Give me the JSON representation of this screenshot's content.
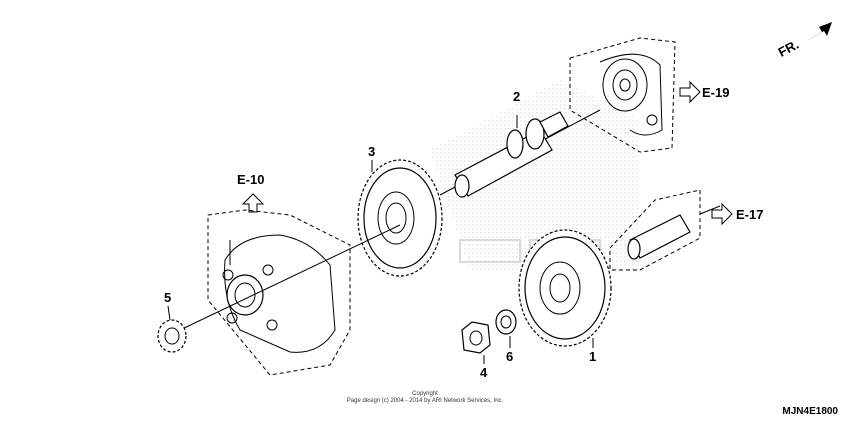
{
  "diagram": {
    "direction_label": "FR.",
    "refs": [
      "E-19",
      "E-17",
      "E-10"
    ],
    "part_numbers": [
      "2",
      "3",
      "5",
      "4",
      "6",
      "1"
    ],
    "copyright_line1": "Copyright",
    "copyright_line2": "Page design (c) 2004 - 2014 by ARI Network Services, Inc.",
    "diagram_code": "MJN4E1800"
  }
}
